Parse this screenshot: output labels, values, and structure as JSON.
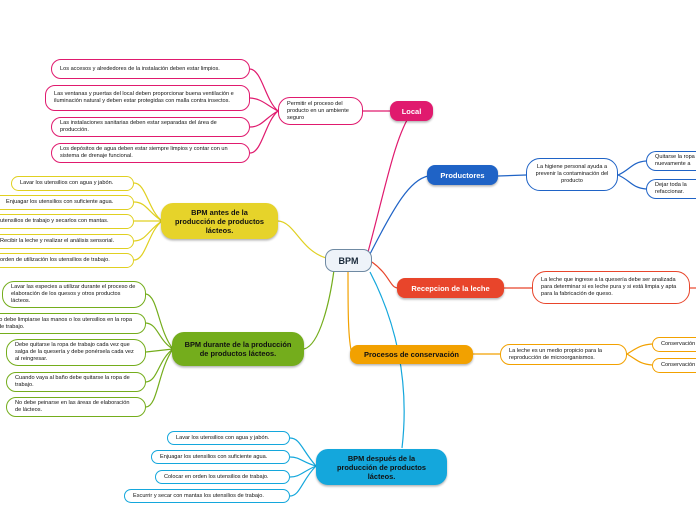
{
  "center": "BPM",
  "local": {
    "title": "Local",
    "sub": "Permitir el proceso del producto en un ambiente seguro",
    "items": [
      "Los accesos y alrededores de la instalación deben estar limpios.",
      "Las ventanas y puertas del local deben proporcionar buena ventilación e iluminación natural y deben estar protegidas con malla contra insectos.",
      "Las instalaciones sanitarias deben estar separadas del área de producción.",
      "Los depósitos de agua deben estar siempre limpios y contar con un sistema de drenaje funcional."
    ]
  },
  "productores": {
    "title": "Productores",
    "sub": "La higiene personal ayuda a prevenir la contaminación del producto",
    "items": [
      "Quitarse la ropa nuevamente a",
      "Dejar toda la refaccionar."
    ]
  },
  "recepcion": {
    "title": "Recepcion de la leche",
    "sub": "La leche que ingrese a la quesería debe ser analizada para determinar si es leche pura y si está limpia y apta para la fabricación de queso."
  },
  "conservacion": {
    "title": "Procesos de conservación",
    "sub": "La leche es un medio propicio para la reproducción de microorganismos.",
    "items": [
      "Conservación",
      "Conservación"
    ]
  },
  "antes": {
    "title": "BPM antes de la producción de productos lácteos.",
    "items": [
      "Lavar los utensilios con agua y jabón.",
      "Enjuagar los utensilios con suficiente agua.",
      "utensilios de trabajo y secarlos con mantas.",
      "Recibir la leche y realizar el análisis sensorial.",
      "orden de utilización los utensilios de trabajo."
    ]
  },
  "durante": {
    "title": "BPM durante de la producción de productos lácteos.",
    "items": [
      "Lavar las especies a utilizar durante el proceso de elaboración de los quesos y otros productos lácteos.",
      "lo debe limpiarse las manos o los utensilios en la ropa de trabajo.",
      "Debe quitarse la ropa de trabajo cada vez que salga de la quesería y debe ponérsela cada vez al reingresar.",
      "Cuando vaya al baño debe quitarse la ropa de trabajo.",
      "No debe peinarse en las áreas de elaboración de lácteos."
    ]
  },
  "despues": {
    "title": "BPM después de la producción de productos lácteos.",
    "items": [
      "Lavar los utensilios con agua y jabón.",
      "Enjuagar los utensilios con suficiente agua.",
      "Colocar en orden los utensilios de trabajo.",
      "Escurrir y secar con mantas los utensilios de trabajo."
    ]
  },
  "colors": {
    "local": "#e01a6e",
    "productores": "#1f63c6",
    "recepcion": "#e8452b",
    "conservacion": "#f2a100",
    "antes": "#e0d021",
    "durante": "#74ad1c",
    "despues": "#14a7dc"
  }
}
